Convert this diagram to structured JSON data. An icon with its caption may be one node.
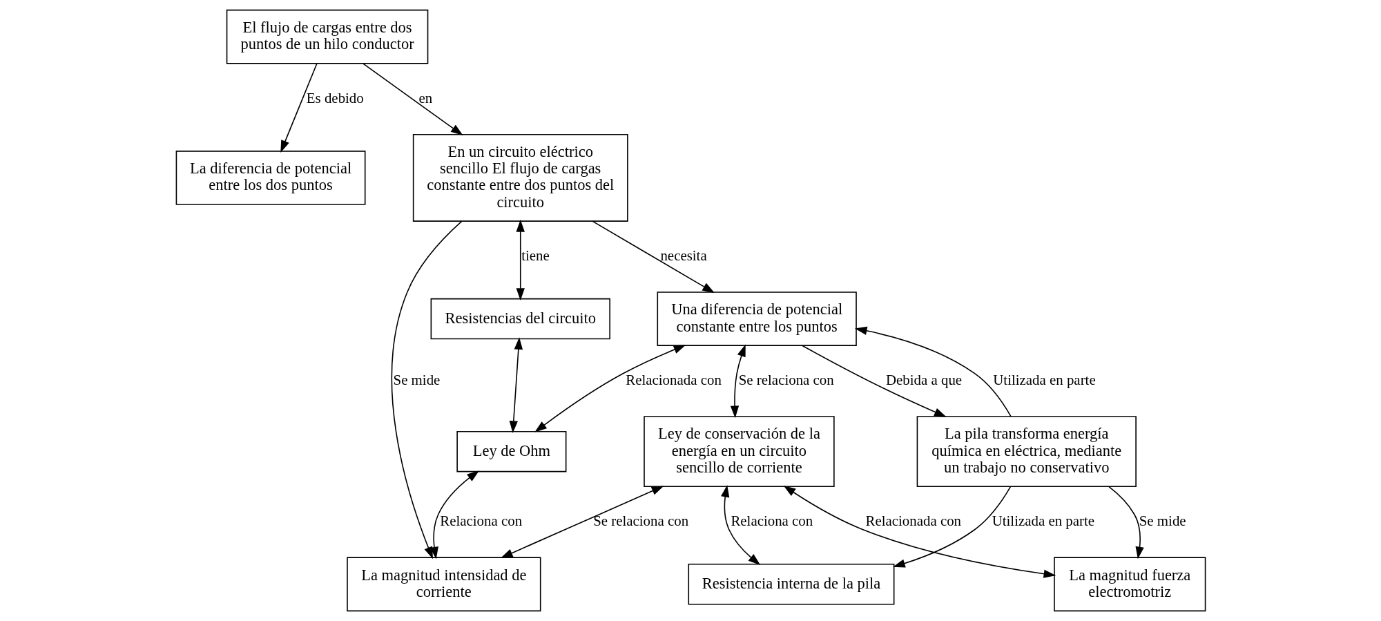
{
  "diagram": {
    "nodes": [
      {
        "text": [
          "El flujo de cargas entre dos puntos de un hilo conductor"
        ]
      },
      {
        "text": [
          "La diferencia de potencial entre los dos puntos"
        ]
      },
      {
        "text": [
          "En un circuito eléctrico sencillo El flujo de cargas constante entre dos puntos del circuito"
        ]
      },
      {
        "text": [
          "Una diferencia de potencial constante entre los puntos"
        ]
      },
      {
        "text": [
          "Resistencias del circuito"
        ]
      },
      {
        "text": [
          "Ley de Ohm"
        ]
      },
      {
        "text": [
          "Ley de conservación de la energía en un circuito sencillo de corriente"
        ]
      },
      {
        "text": [
          "La pila transforma energía química en eléctrica, mediante un trabajo no conservativo"
        ]
      },
      {
        "text": [
          "La magnitud intensidad de corriente"
        ]
      },
      {
        "text": [
          "Resistencia interna de la pila"
        ]
      },
      {
        "text": [
          "La magnitud fuerza electromotriz"
        ]
      }
    ],
    "edges": [
      {
        "from": 0,
        "to": 1,
        "arrow": "to",
        "label": "Es debido"
      },
      {
        "from": 0,
        "to": 2,
        "arrow": "to",
        "label": "en"
      },
      {
        "from": 2,
        "to": 3,
        "arrow": "to",
        "label": "necesita"
      },
      {
        "from": 3,
        "to": 5,
        "arrow": "both",
        "label": "Relacionada con"
      },
      {
        "from": 3,
        "to": 6,
        "arrow": "both",
        "label": "Se relaciona con"
      },
      {
        "from": 7,
        "to": 3,
        "arrow": "to",
        "label": "Utilizada en parte"
      },
      {
        "from": 3,
        "to": 7,
        "arrow": "to",
        "label": "Debida a que"
      },
      {
        "from": 2,
        "to": 4,
        "arrow": "both",
        "label": "tiene"
      },
      {
        "from": 2,
        "to": 8,
        "arrow": "to",
        "label": "Se mide"
      },
      {
        "from": 4,
        "to": 5,
        "arrow": "both"
      },
      {
        "from": 5,
        "to": 8,
        "arrow": "both",
        "label": "Relaciona con"
      },
      {
        "from": 6,
        "to": 8,
        "arrow": "both",
        "label": "Se relaciona con"
      },
      {
        "from": 6,
        "to": 10,
        "arrow": "both",
        "label": "Relacionada con"
      },
      {
        "from": 6,
        "to": 9,
        "arrow": "both",
        "label": "Relaciona con"
      },
      {
        "from": 7,
        "to": 10,
        "arrow": "to",
        "label": "Se mide"
      },
      {
        "from": 7,
        "to": 9,
        "arrow": "to",
        "label": "Utilizada en parte"
      }
    ]
  }
}
